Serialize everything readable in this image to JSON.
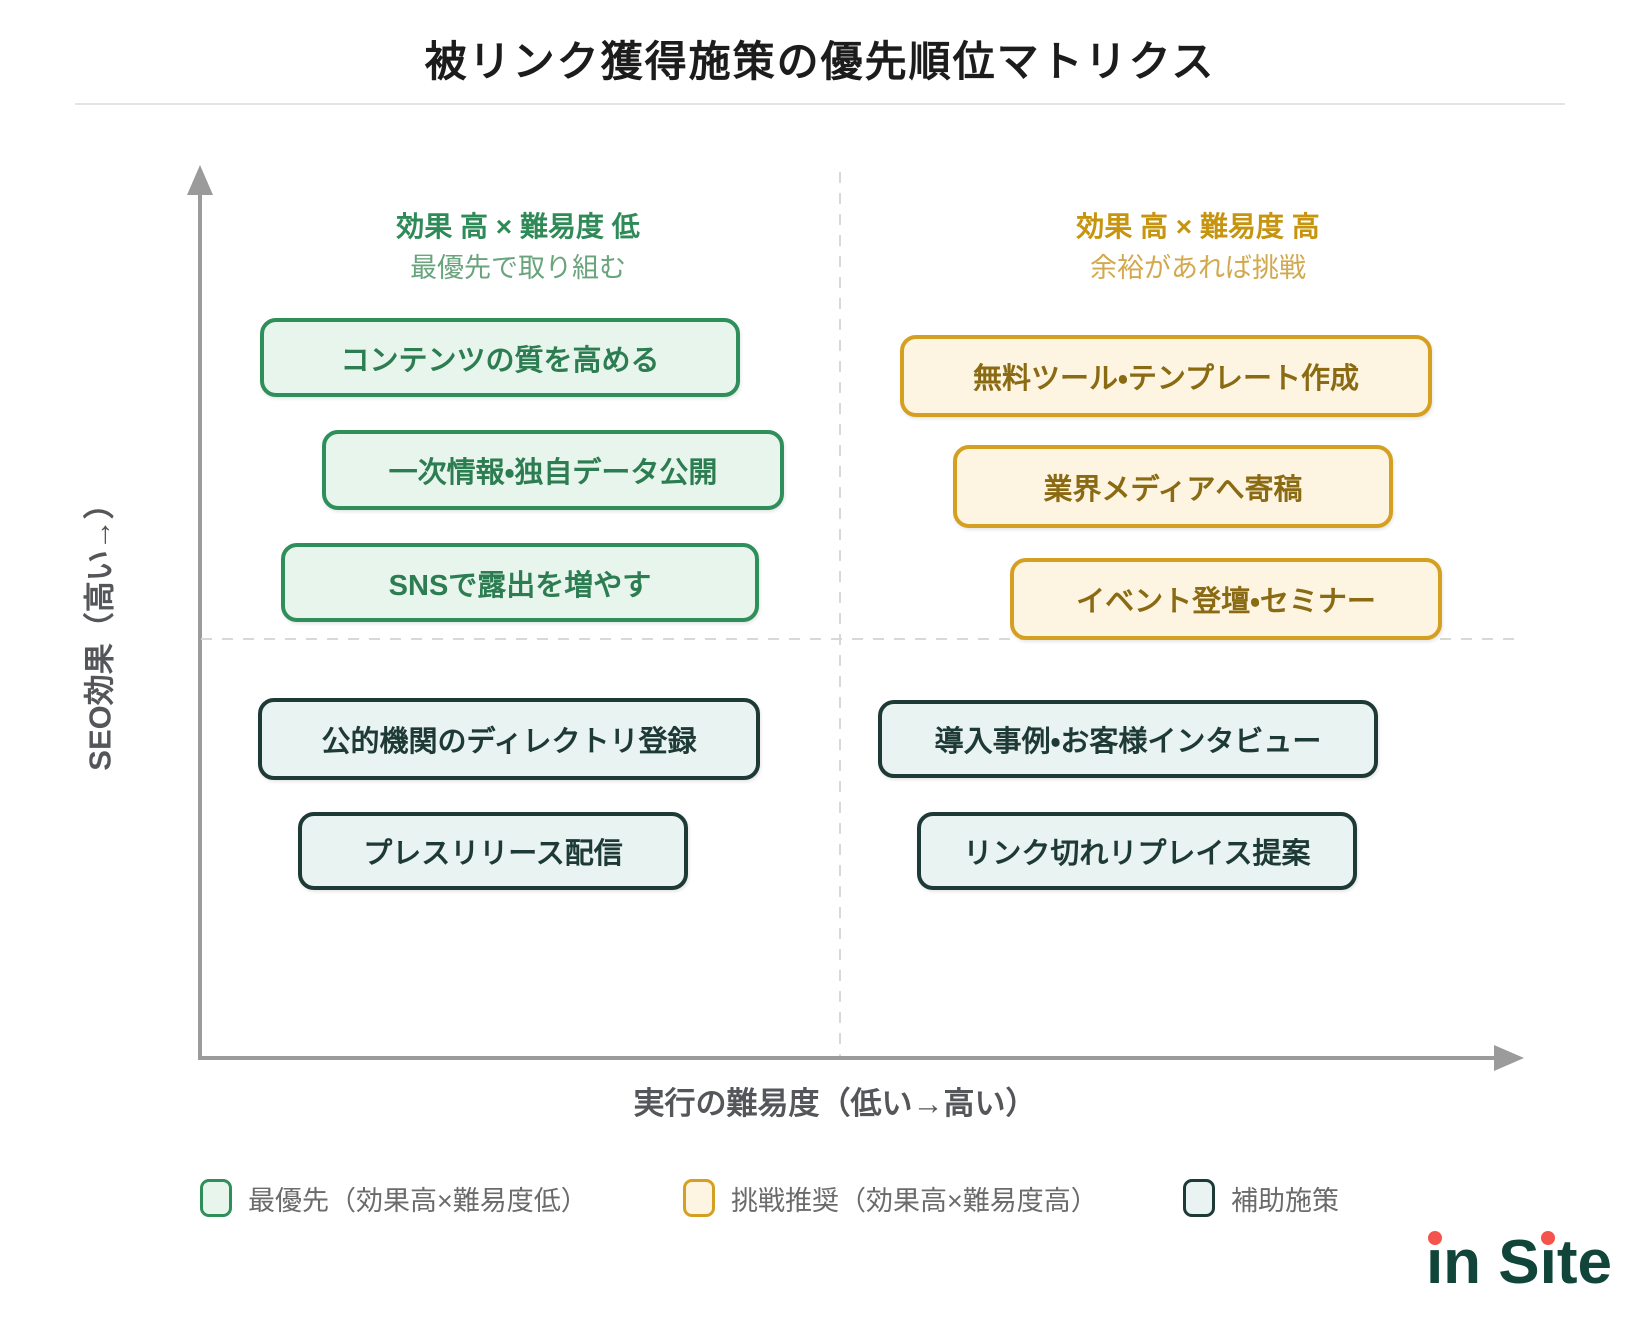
{
  "title": "被リンク獲得施策の優先順位マトリクス",
  "axes": {
    "y_label": "SEO効果（高い→）",
    "x_label": "実行の難易度（低い→高い）"
  },
  "quadrants": {
    "top_left": {
      "heading": "効果 高 × 難易度 低",
      "subheading": "最優先で取り組む",
      "items": [
        "コンテンツの質を高める",
        "一次情報・独自データ公開",
        "SNSで露出を増やす"
      ]
    },
    "top_right": {
      "heading": "効果 高 × 難易度 高",
      "subheading": "余裕があれば挑戦",
      "items": [
        "無料ツール・テンプレート作成",
        "業界メディアへ寄稿",
        "イベント登壇・セミナー"
      ]
    },
    "bottom_left": {
      "items": [
        "公的機関のディレクトリ登録",
        "プレスリリース配信"
      ]
    },
    "bottom_right": {
      "items": [
        "導入事例・お客様インタビュー",
        "リンク切れリプレイス提案"
      ]
    }
  },
  "legend": {
    "items": [
      {
        "label": "最優先（効果高×難易度低）",
        "color": "#2f8f5b"
      },
      {
        "label": "挑戦推奨（効果高×難易度高）",
        "color": "#d5a021"
      },
      {
        "label": "補助施策",
        "color": "#1e3a36"
      }
    ]
  },
  "logo": {
    "full": "in Site",
    "parts": {
      "i1": "ı",
      "mid": "n S",
      "i2": "ı",
      "end": "te"
    }
  },
  "colors": {
    "green_border": "#2f8f5b",
    "green_bg": "#e8f5ec",
    "green_text": "#2d7d52",
    "gold_border": "#d5a021",
    "gold_bg": "#fdf5e1",
    "gold_text": "#8a6a12",
    "teal_border": "#1e3a36",
    "teal_bg": "#e9f3f1",
    "axis_gray": "#9b9b9b",
    "dash_gray": "#d8d8d8",
    "logo_green": "#12453a",
    "logo_red": "#f4544c"
  }
}
